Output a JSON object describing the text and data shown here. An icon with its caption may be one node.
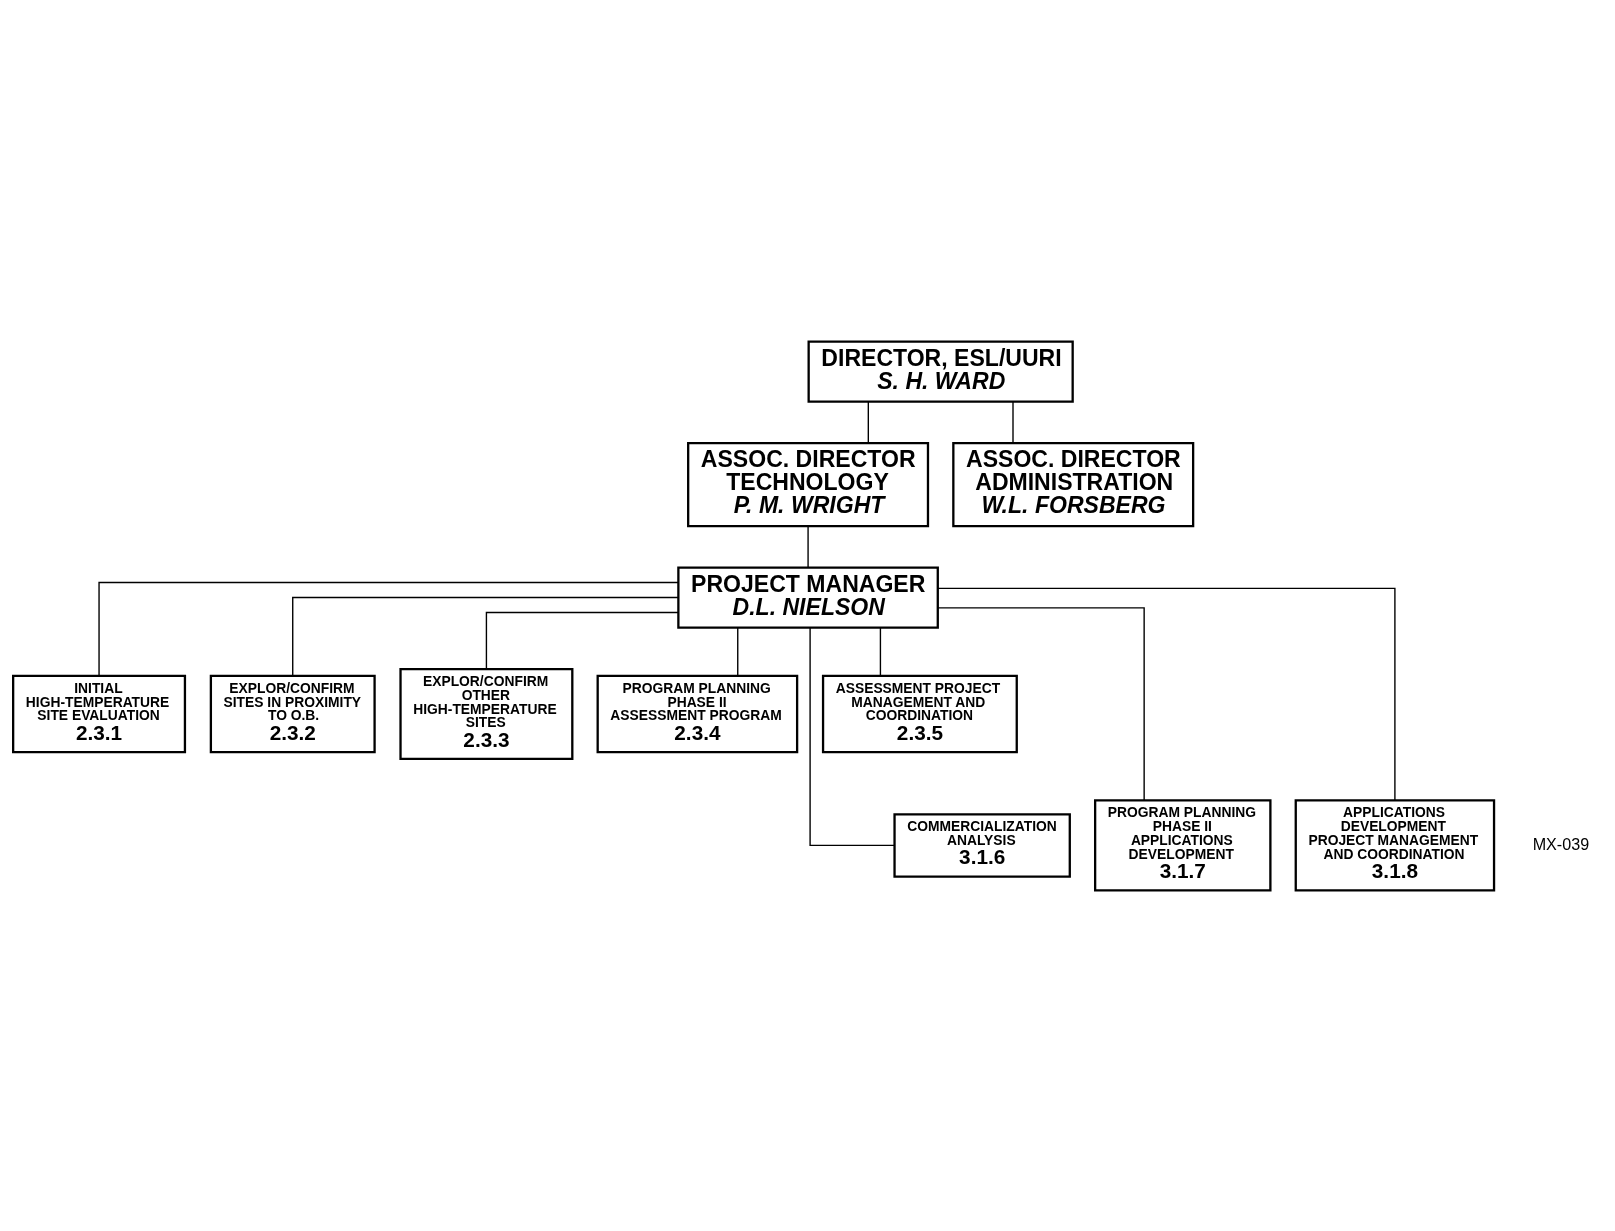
{
  "diagram": {
    "nodes": [
      {
        "text": [
          "DIRECTOR, ESL/UURI",
          "S. H. WARD"
        ]
      },
      {
        "text": [
          "ASSOC. DIRECTOR TECHNOLOGY",
          "P. M. WRIGHT"
        ]
      },
      {
        "text": [
          "ASSOC. DIRECTOR ADMINISTRATION",
          "W.L. FORSBERG"
        ]
      },
      {
        "text": [
          "PROJECT MANAGER",
          "D.L. NIELSON"
        ]
      },
      {
        "text": [
          "INITIAL HIGH-TEMPERATURE SITE EVALUATION",
          "2.3.1"
        ]
      },
      {
        "text": [
          "EXPLOR/CONFIRM SITES IN PROXIMITY TO O.B.",
          "2.3.2"
        ]
      },
      {
        "text": [
          "EXPLOR/CONFIRM OTHER HIGH-TEMPERATURE SITES",
          "2.3.3"
        ]
      },
      {
        "text": [
          "PROGRAM PLANNING PHASE II ASSESSMENT PROGRAM",
          "2.3.4"
        ]
      },
      {
        "text": [
          "ASSESSMENT PROJECT MANAGEMENT AND COORDINATION",
          "2.3.5"
        ]
      },
      {
        "text": [
          "COMMERCIALIZATION ANALYSIS",
          "3.1.6"
        ]
      },
      {
        "text": [
          "PROGRAM PLANNING PHASE II APPLICATIONS DEVELOPMENT",
          "3.1.7"
        ]
      },
      {
        "text": [
          "APPLICATIONS DEVELOPMENT PROJECT MANAGEMENT AND COORDINATION",
          "3.1.8"
        ]
      }
    ],
    "edges": [
      {
        "from": 0,
        "to": 1,
        "arrow": "none"
      },
      {
        "from": 0,
        "to": 2,
        "arrow": "none"
      },
      {
        "from": 1,
        "to": 3,
        "arrow": "none"
      },
      {
        "from": 3,
        "to": 4,
        "arrow": "none"
      },
      {
        "from": 3,
        "to": 5,
        "arrow": "none"
      },
      {
        "from": 3,
        "to": 6,
        "arrow": "none"
      },
      {
        "from": 3,
        "to": 7,
        "arrow": "none"
      },
      {
        "from": 3,
        "to": 8,
        "arrow": "none"
      },
      {
        "from": 3,
        "to": 9,
        "arrow": "none"
      },
      {
        "from": 3,
        "to": 10,
        "arrow": "none"
      },
      {
        "from": 3,
        "to": 11,
        "arrow": "none"
      }
    ],
    "labels": [
      "MX-039"
    ]
  }
}
